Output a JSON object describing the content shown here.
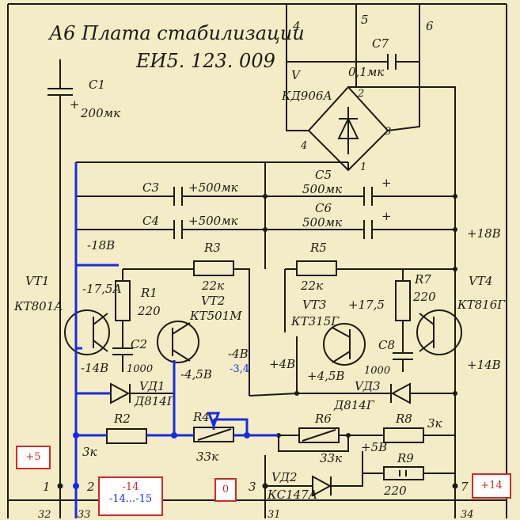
{
  "title": {
    "line1": "А6 Плата стабилизации",
    "line2": "ЕИ5. 123. 009"
  },
  "components": {
    "c1": {
      "ref": "С1",
      "value": "200мк",
      "plus": "+"
    },
    "c2": {
      "ref": "С2",
      "value": "1000"
    },
    "c3": {
      "ref": "С3",
      "value": "+500мк"
    },
    "c4": {
      "ref": "С4",
      "value": "+500мк"
    },
    "c5": {
      "ref": "С5",
      "value": "500мк",
      "plus": "+"
    },
    "c6": {
      "ref": "С6",
      "value": "500мк",
      "plus": "+"
    },
    "c7": {
      "ref": "С7",
      "value": "0,1мк"
    },
    "c8": {
      "ref": "С8",
      "value": "1000"
    },
    "r1": {
      "ref": "R1",
      "value": "220"
    },
    "r2": {
      "ref": "R2",
      "value": "3к"
    },
    "r3": {
      "ref": "R3",
      "value": "22к"
    },
    "r4": {
      "ref": "R4",
      "value": "33к"
    },
    "r5": {
      "ref": "R5",
      "value": "22к"
    },
    "r6": {
      "ref": "R6",
      "value": "33к"
    },
    "r7": {
      "ref": "R7",
      "value": "220"
    },
    "r8": {
      "ref": "R8",
      "value": "3к"
    },
    "r9": {
      "ref": "R9",
      "value": "220"
    },
    "v": {
      "ref": "V",
      "part": "КД906А"
    },
    "vt1": {
      "ref": "VT1",
      "part": "КТ801А"
    },
    "vt2": {
      "ref": "VT2",
      "part": "КТ501М"
    },
    "vt3": {
      "ref": "VT3",
      "part": "КТ315Г"
    },
    "vt4": {
      "ref": "VT4",
      "part": "КТ816Г"
    },
    "vd1": {
      "ref": "VД1",
      "part": "Д814Г"
    },
    "vd2": {
      "ref": "VД2",
      "part": "КС147А"
    },
    "vd3": {
      "ref": "VД3",
      "part": "Д814Г"
    }
  },
  "bridge_pins": {
    "p1": "1",
    "p2": "2",
    "p3": "3",
    "p4": "4"
  },
  "voltages": {
    "m18": "-18В",
    "m175": "-17,5А",
    "m14": "-14В",
    "m45": "-4,5В",
    "m4": "-4В",
    "m34": "-3,4",
    "p4": "+4В",
    "p45": "+4,5В",
    "p175": "+17,5",
    "p18": "+18В",
    "p14": "+14В",
    "p5": "+5В"
  },
  "connectors": {
    "top": [
      "4",
      "5",
      "6"
    ],
    "bottom": [
      "1",
      "2",
      "3",
      "7"
    ],
    "bottom_pins": [
      "32",
      "33",
      "31",
      "34"
    ]
  },
  "annotations": [
    {
      "main": "+5",
      "sub": ""
    },
    {
      "main": "-14",
      "sub": "-14...-15"
    },
    {
      "main": "0",
      "sub": ""
    },
    {
      "main": "+14",
      "sub": ""
    }
  ]
}
